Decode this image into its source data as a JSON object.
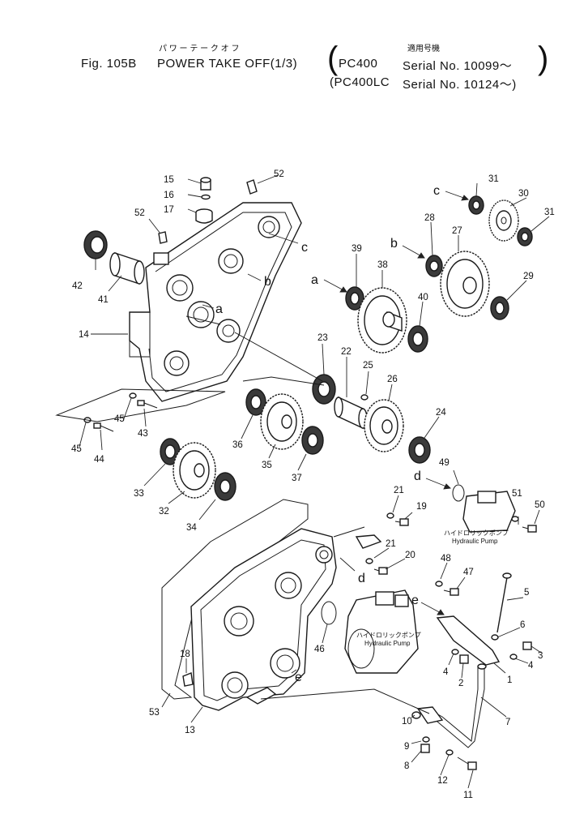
{
  "header": {
    "kana_title": "パ ワ ー  テ ー ク  オ フ",
    "kana_serial": "適用号機",
    "fig_label": "Fig. 105B",
    "title": "POWER TAKE OFF(1/3)",
    "line1_model": "PC400",
    "line1_serial": "Serial No. 10099～",
    "line2_model": "(PC400LC",
    "line2_serial": "Serial No. 10124～)"
  },
  "pump_labels": {
    "jp": "ハイドロリックポンプ",
    "en": "Hydraulic Pump"
  },
  "callouts": {
    "c1": "1",
    "c2": "2",
    "c3": "3",
    "c4a": "4",
    "c4b": "4",
    "c5": "5",
    "c6": "6",
    "c7": "7",
    "c8": "8",
    "c9": "9",
    "c10": "10",
    "c11": "11",
    "c12": "12",
    "c13": "13",
    "c14": "14",
    "c15": "15",
    "c16": "16",
    "c17": "17",
    "c18": "18",
    "c19": "19",
    "c20": "20",
    "c21a": "21",
    "c21b": "21",
    "c22": "22",
    "c23": "23",
    "c24": "24",
    "c25": "25",
    "c26": "26",
    "c27": "27",
    "c28": "28",
    "c29": "29",
    "c30": "30",
    "c31a": "31",
    "c31b": "31",
    "c32": "32",
    "c33": "33",
    "c34": "34",
    "c35": "35",
    "c36": "36",
    "c37": "37",
    "c38": "38",
    "c39": "39",
    "c40": "40",
    "c41": "41",
    "c42": "42",
    "c43": "43",
    "c44": "44",
    "c45a": "45",
    "c45b": "45",
    "c46": "46",
    "c47": "47",
    "c48": "48",
    "c49": "49",
    "c50": "50",
    "c51": "51",
    "c52a": "52",
    "c52b": "52",
    "c53": "53"
  },
  "letters": {
    "a1": "a",
    "a2": "a",
    "b1": "b",
    "b2": "b",
    "c1": "c",
    "c2": "c",
    "d1": "d",
    "d2": "d",
    "e1": "e",
    "e2": "e"
  }
}
